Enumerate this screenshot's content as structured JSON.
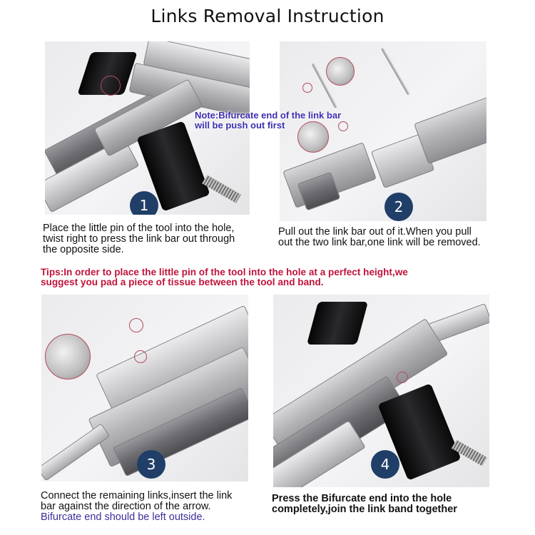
{
  "title": "Links Removal Instruction",
  "colors": {
    "badge": "#1f3e68",
    "tips": "#c0143a",
    "note": "#3b2fb0",
    "highlight_circle": "#b24a5c"
  },
  "steps": [
    {
      "number": "1",
      "caption_lines": [
        "Place the little pin of the tool into the hole,",
        "twist right to press the link bar out through",
        "the opposite side."
      ],
      "image": "tool-pressing-link-pin"
    },
    {
      "number": "2",
      "caption_lines": [
        "Pull out the link bar out of it.When you pull",
        "out the two link bar,one link will be removed."
      ],
      "image": "removed-link-and-pins"
    },
    {
      "number": "3",
      "caption_lines": [
        "Connect the remaining links,insert the link",
        "bar against the direction of the arrow."
      ],
      "caption_highlight": "Bifurcate end should be left outside.",
      "image": "reinserting-link-bar"
    },
    {
      "number": "4",
      "caption_lines": [
        "Press the Bifurcate end into the hole",
        "completely,join the link band together"
      ],
      "image": "tool-joining-band"
    }
  ],
  "note": {
    "lines": [
      "Note:Bifurcate end of the link bar",
      "will be push out first"
    ]
  },
  "tips": {
    "lines": [
      "Tips:In order to place the little pin of the tool into the hole at a perfect height,we",
      "suggest you pad a piece of tissue between the tool and band."
    ]
  }
}
